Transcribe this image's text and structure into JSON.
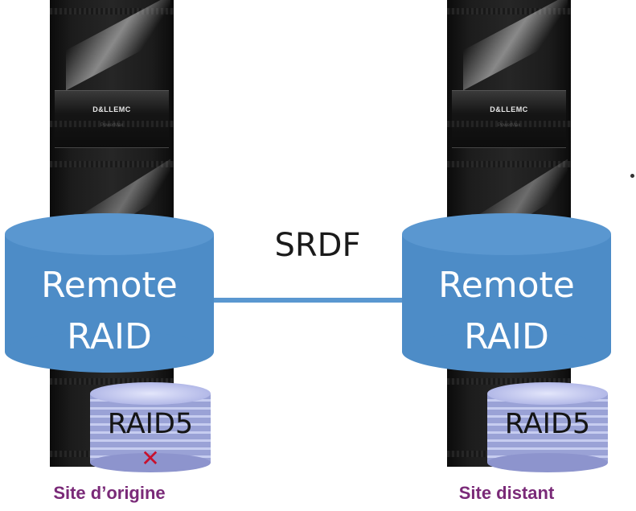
{
  "colors": {
    "cylinder": "#5a97d0",
    "caption": "#7a2a78",
    "fail_mark": "#c8102e",
    "link": "#5a97d0"
  },
  "link": {
    "label": "SRDF"
  },
  "sites": [
    {
      "name": "Site d’origine",
      "rack": {
        "brand": "D&LLEMC",
        "model": "PowerMax"
      },
      "volume": {
        "line1": "Remote",
        "line2": "RAID"
      },
      "disk": {
        "label": "RAID5",
        "status_icon": "failure-x-icon",
        "status_mark": "✕"
      }
    },
    {
      "name": "Site distant",
      "rack": {
        "brand": "D&LLEMC",
        "model": "PowerMax"
      },
      "volume": {
        "line1": "Remote",
        "line2": "RAID"
      },
      "disk": {
        "label": "RAID5"
      }
    }
  ]
}
